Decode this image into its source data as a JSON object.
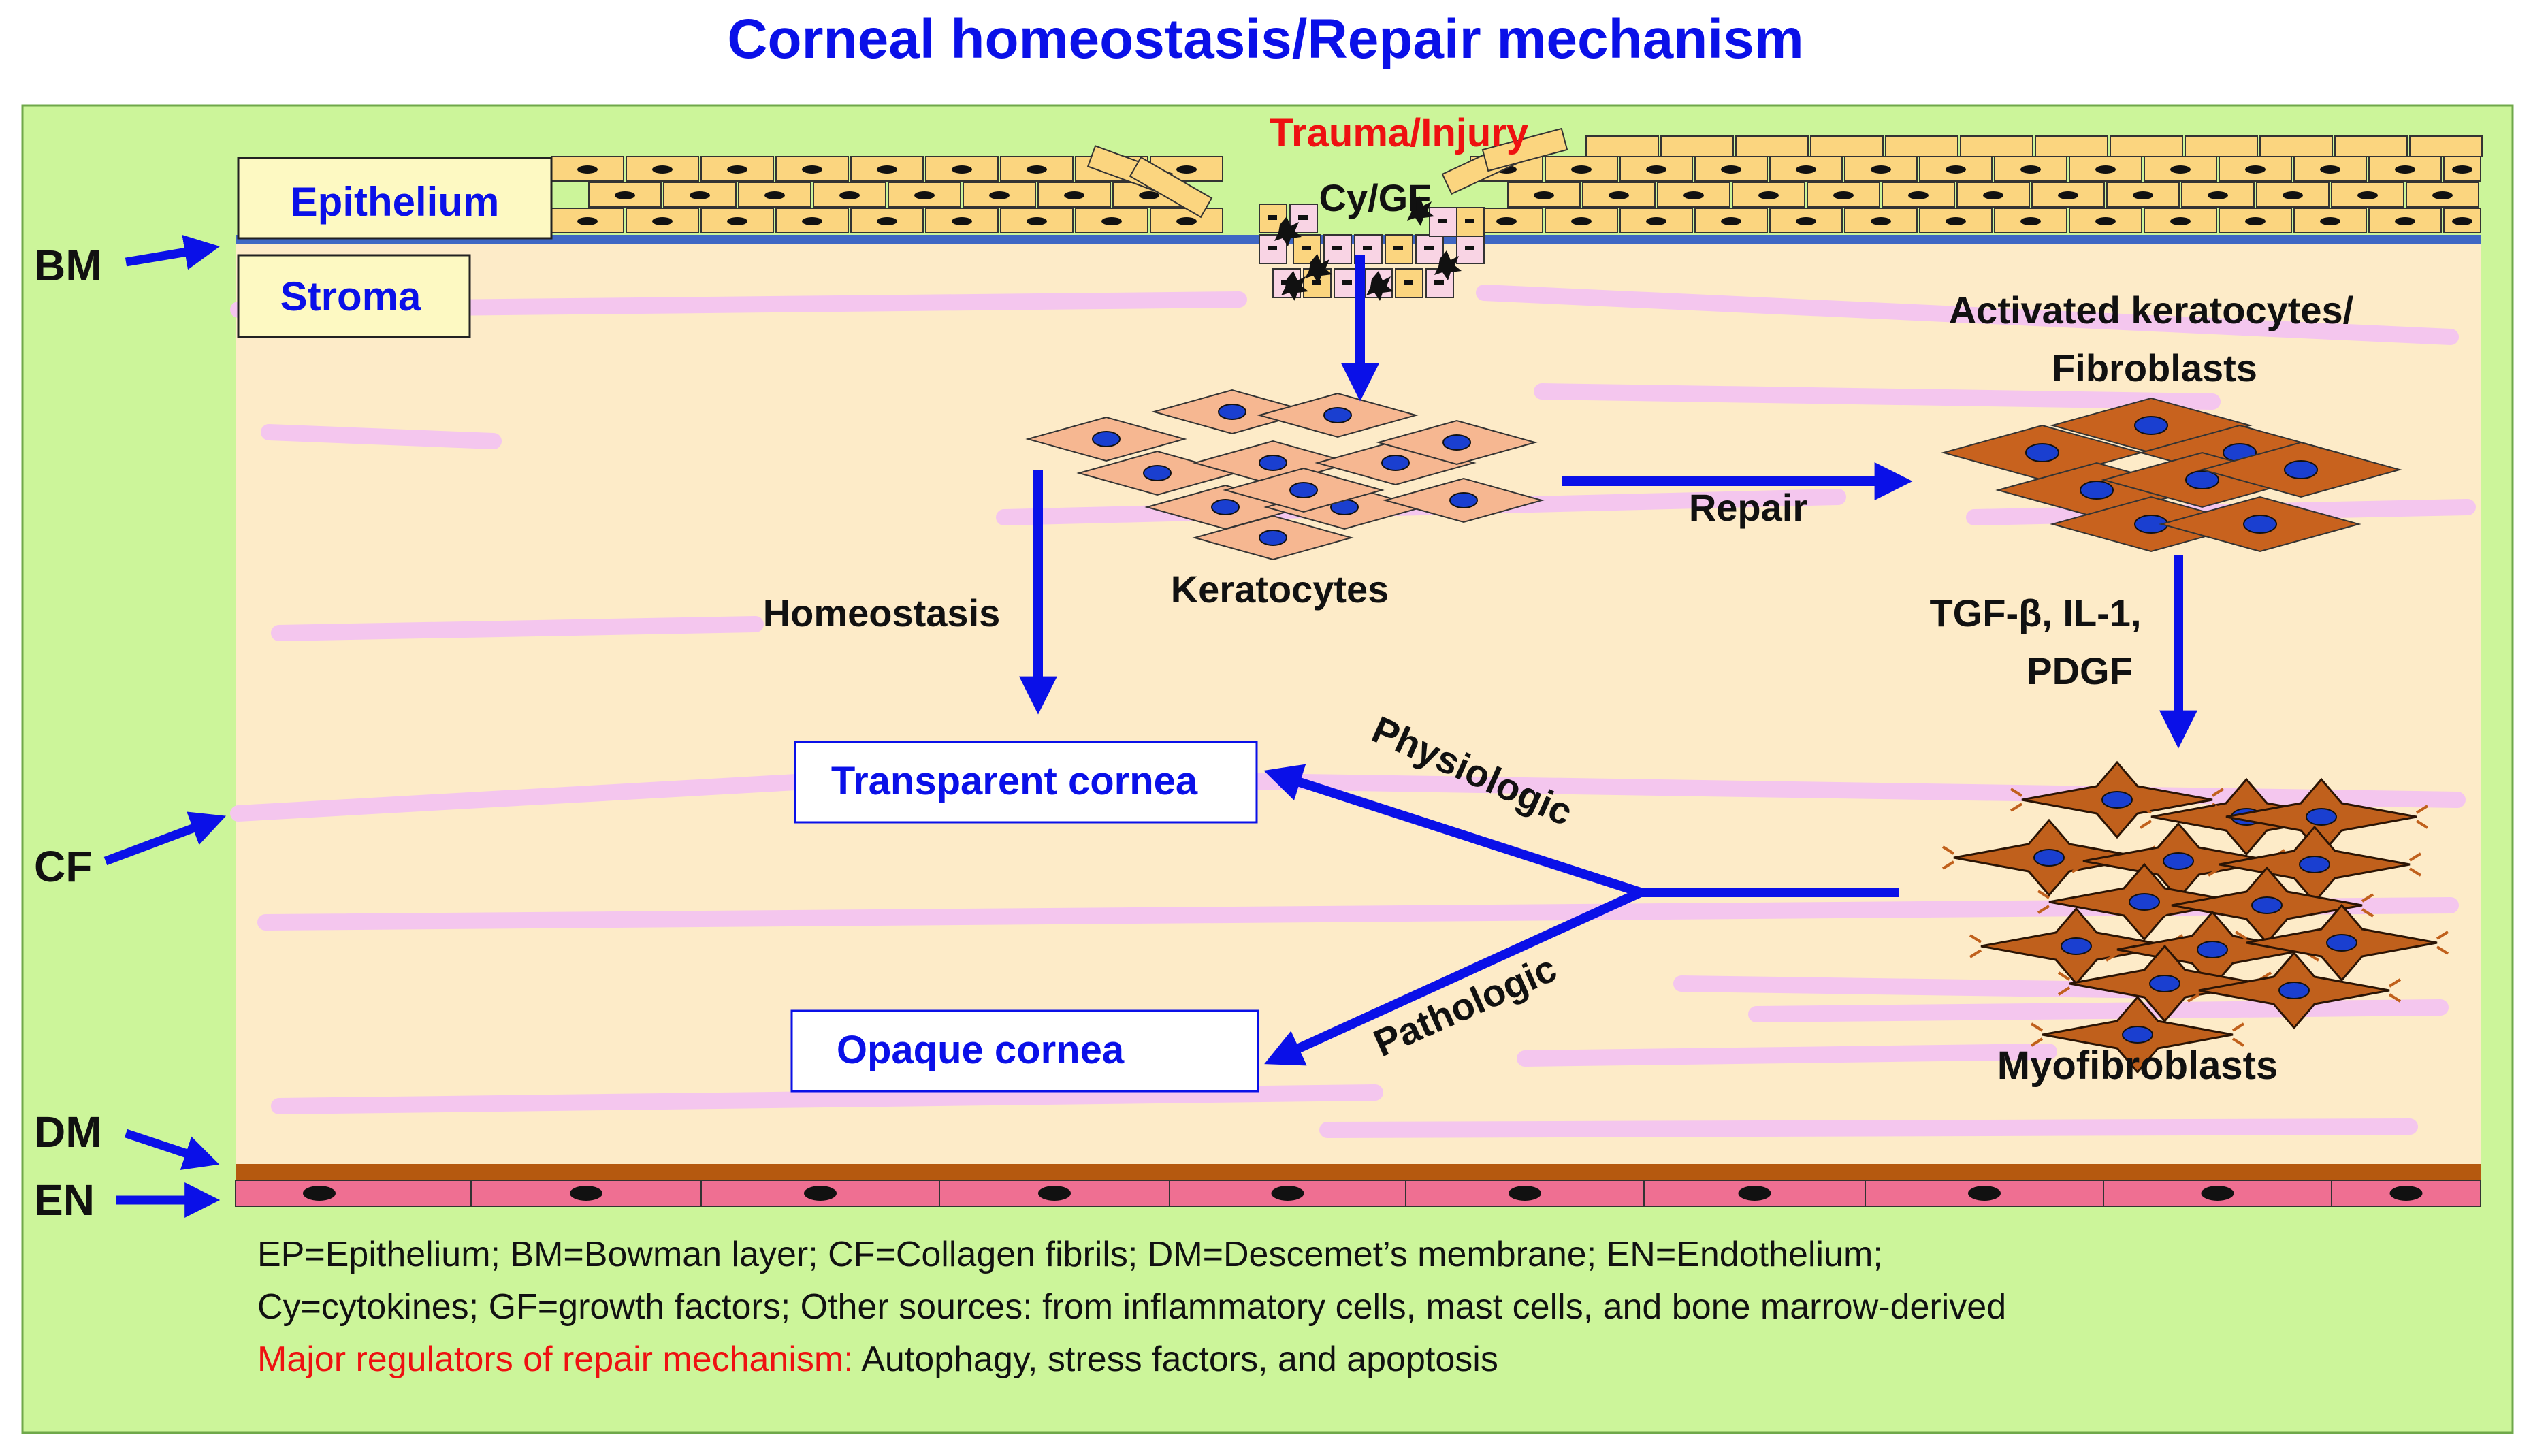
{
  "title": "Corneal homeostasis/Repair mechanism",
  "layers": {
    "epithelium": "Epithelium",
    "stroma": "Stroma",
    "bm": "BM",
    "cf": "CF",
    "dm": "DM",
    "en": "EN"
  },
  "injury": {
    "trauma": "Trauma/Injury",
    "cy_gf": "Cy/GF"
  },
  "cells": {
    "keratocytes": "Keratocytes",
    "activated_line1": "Activated keratocytes/",
    "activated_line2": "Fibroblasts",
    "myofibroblasts": "Myofibroblasts"
  },
  "processes": {
    "homeostasis": "Homeostasis",
    "repair": "Repair",
    "factors_line1": "TGF-β, IL-1,",
    "factors_line2": "PDGF",
    "physiologic": "Physiologic",
    "pathologic": "Pathologic"
  },
  "outcomes": {
    "transparent": "Transparent cornea",
    "opaque": "Opaque cornea"
  },
  "legend": {
    "line1": "EP=Epithelium; BM=Bowman layer; CF=Collagen fibrils; DM=Descemet’s membrane; EN=Endothelium;",
    "line2": "Cy=cytokines; GF=growth factors; Other sources: from inflammatory cells, mast cells,  and bone marrow-derived",
    "line3_red": "Major regulators of repair mechanism:",
    "line3_black": " Autophagy, stress factors, and apoptosis"
  },
  "colors": {
    "title": "#0a10e8",
    "arrow": "#0a10e8",
    "panel": "#ccf59a",
    "stroma": "#fdebc8",
    "fibril": "#f4c6ee",
    "epithelial_cell": "#fbd57f",
    "keratocyte": "#f6b791",
    "fibroblast": "#c8621e",
    "myofibroblast": "#c0601c",
    "endothelium": "#ef6f92",
    "descemet": "#b5590f",
    "bowman": "#3f67c4",
    "red_text": "#ee1111"
  }
}
